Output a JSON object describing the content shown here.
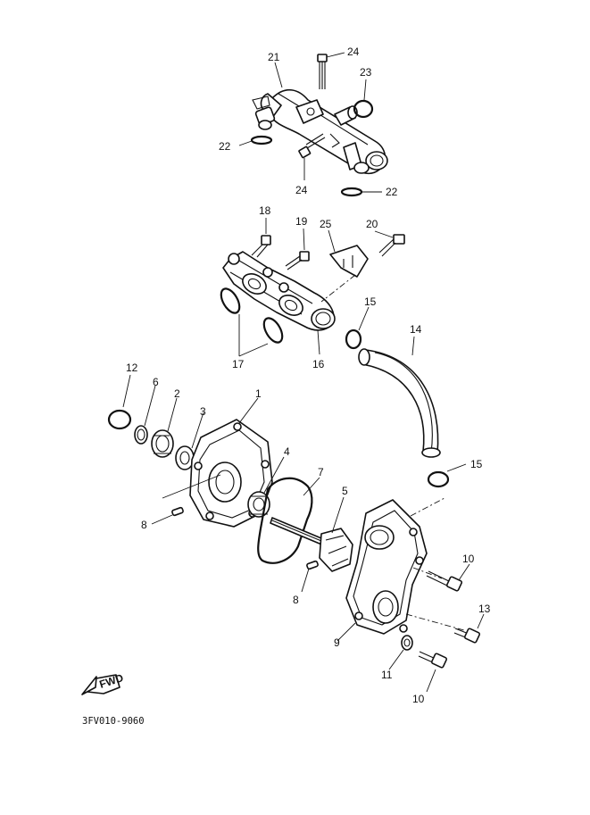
{
  "diagram": {
    "reference": "3FV010-9060",
    "fwd_label": "FWD",
    "callouts": {
      "c1": "1",
      "c2": "2",
      "c3": "3",
      "c4": "4",
      "c5": "5",
      "c6": "6",
      "c7": "7",
      "c8a": "8",
      "c8b": "8",
      "c9": "9",
      "c10a": "10",
      "c10b": "10",
      "c11": "11",
      "c12": "12",
      "c13": "13",
      "c14": "14",
      "c15a": "15",
      "c15b": "15",
      "c16": "16",
      "c17": "17",
      "c18": "18",
      "c19": "19",
      "c20": "20",
      "c21": "21",
      "c22a": "22",
      "c22b": "22",
      "c23": "23",
      "c24a": "24",
      "c24b": "24",
      "c25": "25"
    }
  }
}
